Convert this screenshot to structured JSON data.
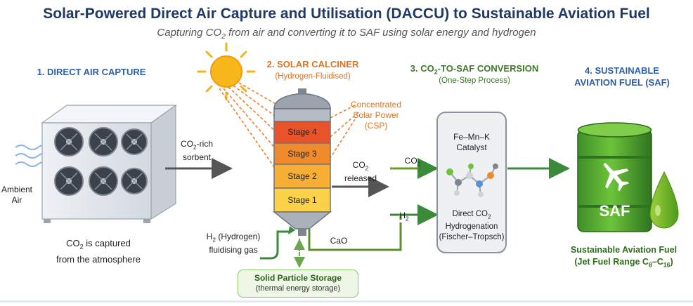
{
  "title": "Solar-Powered Direct Air Capture and Utilisation (DACCU) to Sustainable Aviation Fuel",
  "subtitle_pre": "Capturing CO",
  "subtitle_sub": "2",
  "subtitle_post": " from air and converting it to SAF using solar energy and hydrogen",
  "sections": {
    "dac": {
      "heading": "1. DIRECT AIR CAPTURE"
    },
    "calciner": {
      "heading": "2. SOLAR CALCINER",
      "subheading": "(Hydrogen-Fluidised)"
    },
    "conversion": {
      "heading_pre": "3. CO",
      "heading_sub": "2",
      "heading_post": "-TO-SAF CONVERSION",
      "subheading": "(One-Step Process)"
    },
    "saf": {
      "heading_line1": "4. SUSTAINABLE",
      "heading_line2": "AVIATION FUEL (SAF)"
    }
  },
  "labels": {
    "ambient_air_1": "Ambient",
    "ambient_air_2": "Air",
    "co2_rich_pre": "CO",
    "co2_rich_sub": "2",
    "co2_rich_post": "-rich",
    "sorbent": "sorbent",
    "captured_pre": "CO",
    "captured_sub": "2",
    "captured_post": " is captured",
    "captured_line2": "from the atmosphere",
    "csp_1": "Concentrated",
    "csp_2": "Solar Power",
    "csp_3": "(CSP)",
    "released_pre": "CO",
    "released_sub": "2",
    "released_line2": "released",
    "co2_in_pre": "CO",
    "co2_in_sub": "2",
    "h2_in_pre": "H",
    "h2_in_sub": "2",
    "h2_fluid_pre": "H",
    "h2_fluid_sub": "2",
    "h2_fluid_post": " (Hydrogen)",
    "h2_fluid_line2": "fluidising gas",
    "cao": "CaO",
    "storage_title": "Solid Particle Storage",
    "storage_sub": "(thermal energy storage)",
    "catalyst_1": "Fe–Mn–K",
    "catalyst_2": "Catalyst",
    "direct_pre": "Direct CO",
    "direct_sub": "2",
    "hydrogenation": "Hydrogenation",
    "fischer": "(Fischer–Tropsch)",
    "barrel_label": "SAF",
    "saf_name": "Sustainable Aviation Fuel",
    "jet_pre": "(Jet Fuel Range C",
    "jet_sub1": "8",
    "jet_mid": "–C",
    "jet_sub2": "16",
    "jet_post": ")"
  },
  "stages": [
    "Stage 4",
    "Stage 3",
    "Stage 2",
    "Stage 1"
  ],
  "colors": {
    "title": "#1f3a66",
    "dac_blue": "#2e5ea8",
    "calciner_orange": "#e0731b",
    "conversion_green": "#3d7a2b",
    "stage4": "#e8532a",
    "stage3": "#f08a2b",
    "stage2": "#f7ae35",
    "stage1": "#fbd24a",
    "arrow_gray": "#555555",
    "arrow_green": "#3a8a3a"
  },
  "icons": [
    "sun-icon",
    "fan-unit-icon",
    "airplane-icon",
    "fuel-drop-icon",
    "molecule-icon",
    "air-wind-icon"
  ]
}
